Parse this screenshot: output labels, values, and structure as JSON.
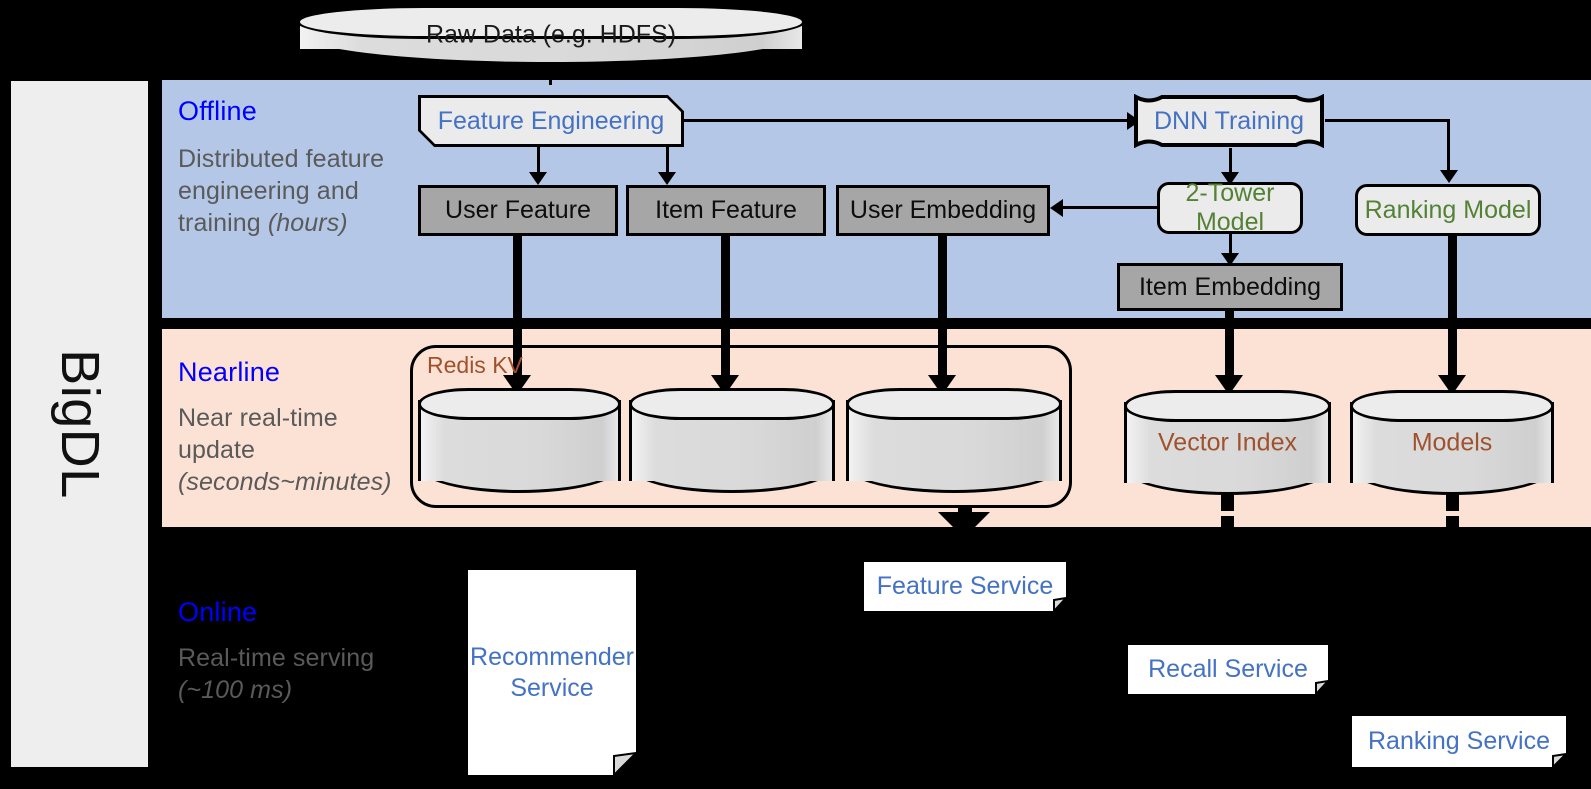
{
  "framework": {
    "name": "BigDL"
  },
  "source": {
    "label": "Raw Data (e.g. HDFS)"
  },
  "bands": {
    "offline": {
      "title": "Offline",
      "subtitle_plain": "Distributed feature engineering and training ",
      "subtitle_italic": "(hours)"
    },
    "nearline": {
      "title": "Nearline",
      "subtitle_plain": "Near real-time update ",
      "subtitle_italic": "(seconds~minutes)"
    },
    "online": {
      "title": "Online",
      "subtitle_plain": "Real-time serving ",
      "subtitle_italic": "(~100 ms)"
    }
  },
  "offline_nodes": {
    "feature_engineering": "Feature Engineering",
    "dnn_training": "DNN Training",
    "user_feature": "User Feature",
    "item_feature": "Item Feature",
    "user_embedding": "User Embedding",
    "two_tower_model": "2-Tower Model",
    "ranking_model": "Ranking Model",
    "item_embedding": "Item Embedding"
  },
  "nearline_nodes": {
    "redis_kv": "Redis KV",
    "store_1": "",
    "store_2": "",
    "store_3": "",
    "vector_index": "Vector Index",
    "models": "Models"
  },
  "online_nodes": {
    "recommender_service": "Recommender Service",
    "feature_service": "Feature Service",
    "recall_service": "Recall Service",
    "ranking_service": "Ranking Service"
  },
  "colors": {
    "offline_band": "#b4c7e7",
    "nearline_band": "#fbe2d5",
    "online_band": "#000000",
    "band_title": "#0000ff",
    "band_subtitle": "#5a5a5a",
    "node_blue_text": "#4472c4",
    "node_green_text": "#548235",
    "store_brown_text": "#a0522d",
    "gray_box": "#a6a6a6",
    "light_box": "#ebebeb",
    "sidebar": "#eeeeee"
  }
}
